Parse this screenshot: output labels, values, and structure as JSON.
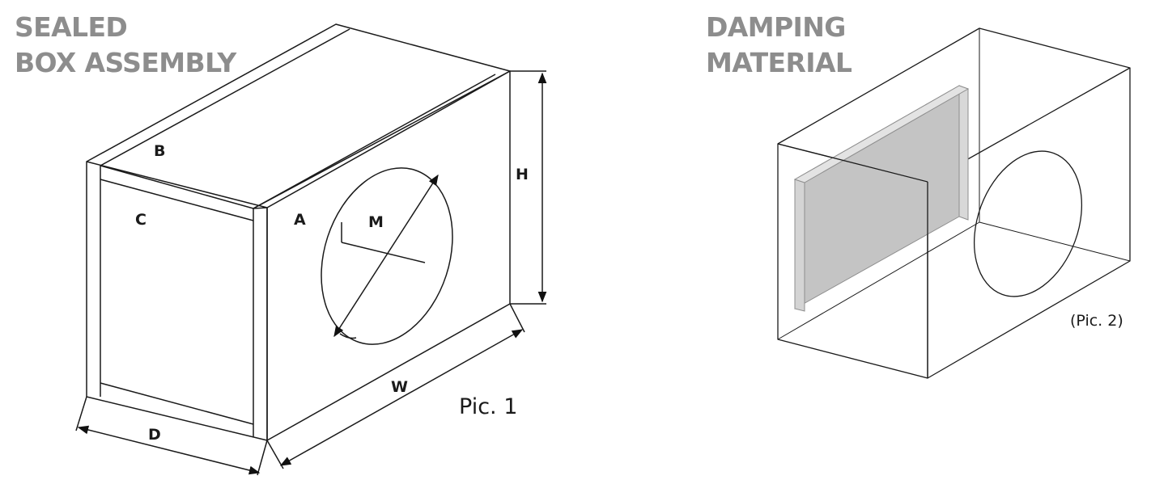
{
  "sealed_box": {
    "title_line1": "SEALED",
    "title_line2": "BOX ASSEMBLY",
    "labels": {
      "a": "A",
      "b": "B",
      "c": "C",
      "d": "D",
      "h": "H",
      "m": "M",
      "w": "W"
    },
    "caption": "Pic. 1"
  },
  "damping": {
    "title_line1": "DAMPING",
    "title_line2": "MATERIAL",
    "caption": "(Pic. 2)",
    "material_color": "#c4c4c4"
  }
}
